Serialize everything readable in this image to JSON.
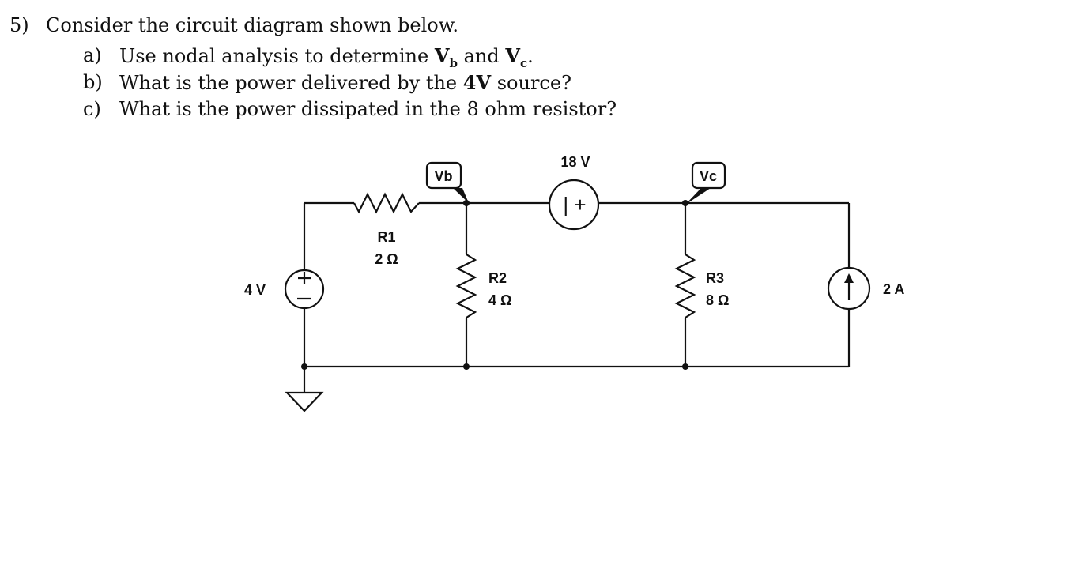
{
  "question": {
    "number": "5)",
    "prompt": "Consider the circuit diagram shown below.",
    "parts": [
      {
        "label": "a)",
        "pre": "Use nodal analysis to determine ",
        "b1": "V",
        "b1sub": "b",
        "mid": " and ",
        "b2": "V",
        "b2sub": "c",
        "post": "."
      },
      {
        "label": "b)",
        "pre": "What is the power delivered by the ",
        "bold": "4V",
        "post": " source?"
      },
      {
        "label": "c)",
        "text": "What is the power dissipated in the 8 ohm resistor?"
      }
    ]
  },
  "circuit": {
    "vsource_left": {
      "label": "4 V",
      "plus": "+",
      "minus": "–"
    },
    "r1": {
      "name": "R1",
      "value": "2 Ω"
    },
    "r2": {
      "name": "R2",
      "value": "4 Ω"
    },
    "r3": {
      "name": "R3",
      "value": "8 Ω"
    },
    "vsource_top": {
      "label": "18 V",
      "symbol": "| +"
    },
    "isource": {
      "label": "2 A"
    },
    "node_b": {
      "label": "Vb"
    },
    "node_c": {
      "label": "Vc"
    }
  }
}
